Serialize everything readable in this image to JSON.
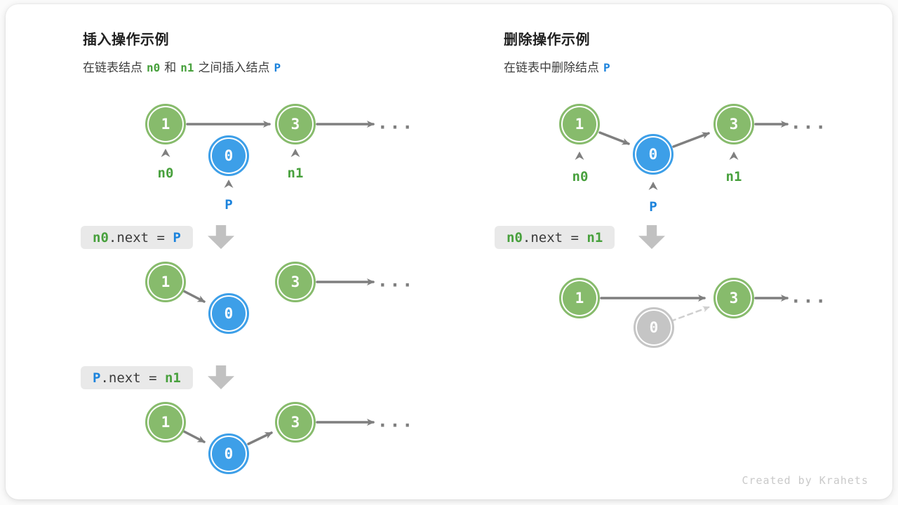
{
  "colors": {
    "node_green": "#87bb6c",
    "node_blue": "#3d9fe8",
    "node_gray": "#c5c5c5",
    "label_green": "#47a03c",
    "label_blue": "#1c83dc",
    "arrow": "#7f7f7f",
    "arrow_light": "#cfcfcf",
    "codebox_bg": "#e9e9e9",
    "code_text": "#3a3a3a",
    "block_arrow": "#c1c1c1",
    "title": "#212121",
    "subtitle": "#3d3d3d",
    "credit": "#c9c9c9"
  },
  "credit": "Created by Krahets",
  "insert": {
    "title": "插入操作示例",
    "subtitle": [
      "在链表结点",
      "n0",
      "和",
      "n1",
      "之间插入结点",
      "P"
    ],
    "node_values": {
      "n1": "1",
      "n3": "3",
      "p": "0"
    },
    "labels": {
      "n0": "n0",
      "n1": "n1",
      "p": "P"
    },
    "ellipsis": "...",
    "code1": [
      "n0",
      ".next = ",
      "P"
    ],
    "code2": [
      "P",
      ".next = ",
      "n1"
    ]
  },
  "delete": {
    "title": "删除操作示例",
    "subtitle": [
      "在链表中删除结点",
      "P"
    ],
    "node_values": {
      "n1": "1",
      "n3": "3",
      "p": "0"
    },
    "labels": {
      "n0": "n0",
      "n1": "n1",
      "p": "P"
    },
    "ellipsis": "...",
    "code1": [
      "n0",
      ".next = ",
      "n1"
    ]
  }
}
